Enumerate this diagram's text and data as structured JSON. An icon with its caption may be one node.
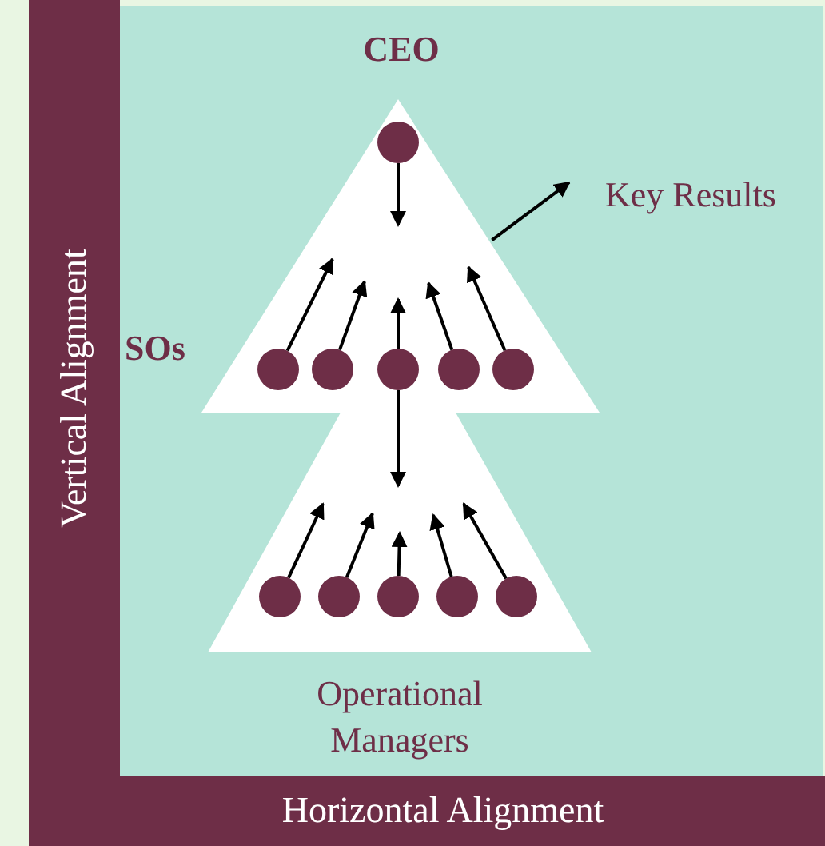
{
  "diagram": {
    "nodes": [
      {
        "text": [
          "CEO"
        ]
      },
      {
        "text": [],
        "shape": "circle",
        "in": 0
      },
      {
        "text": [],
        "shape": "circle",
        "in": 0
      },
      {
        "text": [],
        "shape": "circle",
        "in": 0
      },
      {
        "text": [],
        "shape": "circle",
        "in": 0
      },
      {
        "text": [],
        "shape": "circle",
        "in": 0
      },
      {
        "text": [],
        "shape": "circle",
        "in": 0
      },
      {
        "text": [
          "Operational Managers"
        ]
      },
      {
        "text": [],
        "shape": "circle",
        "in": 7
      },
      {
        "text": [],
        "shape": "circle",
        "in": 7
      },
      {
        "text": [],
        "shape": "circle",
        "in": 7
      },
      {
        "text": [],
        "shape": "circle",
        "in": 7
      },
      {
        "text": [],
        "shape": "circle",
        "in": 7
      },
      {
        "text": [
          "Key Results"
        ]
      },
      {
        "text": [
          "Vertical Alignment"
        ]
      },
      {
        "text": [
          "Horizontal Alignment"
        ]
      }
    ],
    "edges": [
      {
        "from": 1,
        "to": null,
        "arrow": "to"
      },
      {
        "from": 2,
        "to": null,
        "arrow": "to"
      },
      {
        "from": 3,
        "to": null,
        "arrow": "to"
      },
      {
        "from": 4,
        "to": null,
        "arrow": "to"
      },
      {
        "from": 5,
        "to": null,
        "arrow": "to"
      },
      {
        "from": 6,
        "to": null,
        "arrow": "to"
      },
      {
        "from": 4,
        "to": null,
        "arrow": "to"
      },
      {
        "from": 8,
        "to": null,
        "arrow": "to"
      },
      {
        "from": 9,
        "to": null,
        "arrow": "to"
      },
      {
        "from": 10,
        "to": null,
        "arrow": "to"
      },
      {
        "from": 11,
        "to": null,
        "arrow": "to"
      },
      {
        "from": 12,
        "to": null,
        "arrow": "to"
      },
      {
        "from": 0,
        "to": 13,
        "arrow": "to"
      }
    ],
    "labels": [
      "SOs"
    ]
  }
}
